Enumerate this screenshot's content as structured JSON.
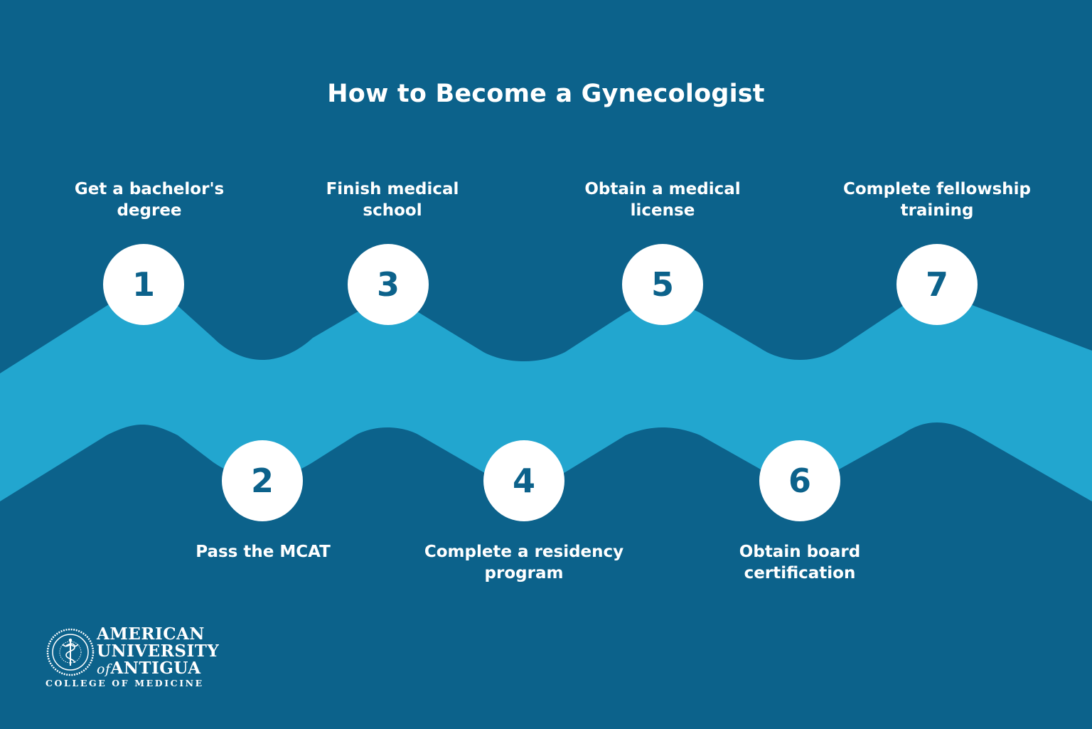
{
  "title": "How to Become a Gynecologist",
  "colors": {
    "background": "#0c628b",
    "wave": "#22a6cf",
    "circle": "#ffffff",
    "number": "#0c628b",
    "text": "#ffffff"
  },
  "steps": [
    {
      "number": "1",
      "label_lines": [
        "Get a bachelor's",
        "degree"
      ]
    },
    {
      "number": "2",
      "label_lines": [
        "Pass the MCAT"
      ]
    },
    {
      "number": "3",
      "label_lines": [
        "Finish medical",
        "school"
      ]
    },
    {
      "number": "4",
      "label_lines": [
        "Complete a residency",
        "program"
      ]
    },
    {
      "number": "5",
      "label_lines": [
        "Obtain a medical",
        "license"
      ]
    },
    {
      "number": "6",
      "label_lines": [
        "Obtain board",
        "certification"
      ]
    },
    {
      "number": "7",
      "label_lines": [
        "Complete fellowship",
        "training"
      ]
    }
  ],
  "logo": {
    "line1": "AMERICAN",
    "line2": "UNIVERSITY",
    "line3_prefix": "of",
    "line3": "ANTIGUA",
    "line4": "COLLEGE OF MEDICINE",
    "icon": "seal-caduceus-icon"
  }
}
